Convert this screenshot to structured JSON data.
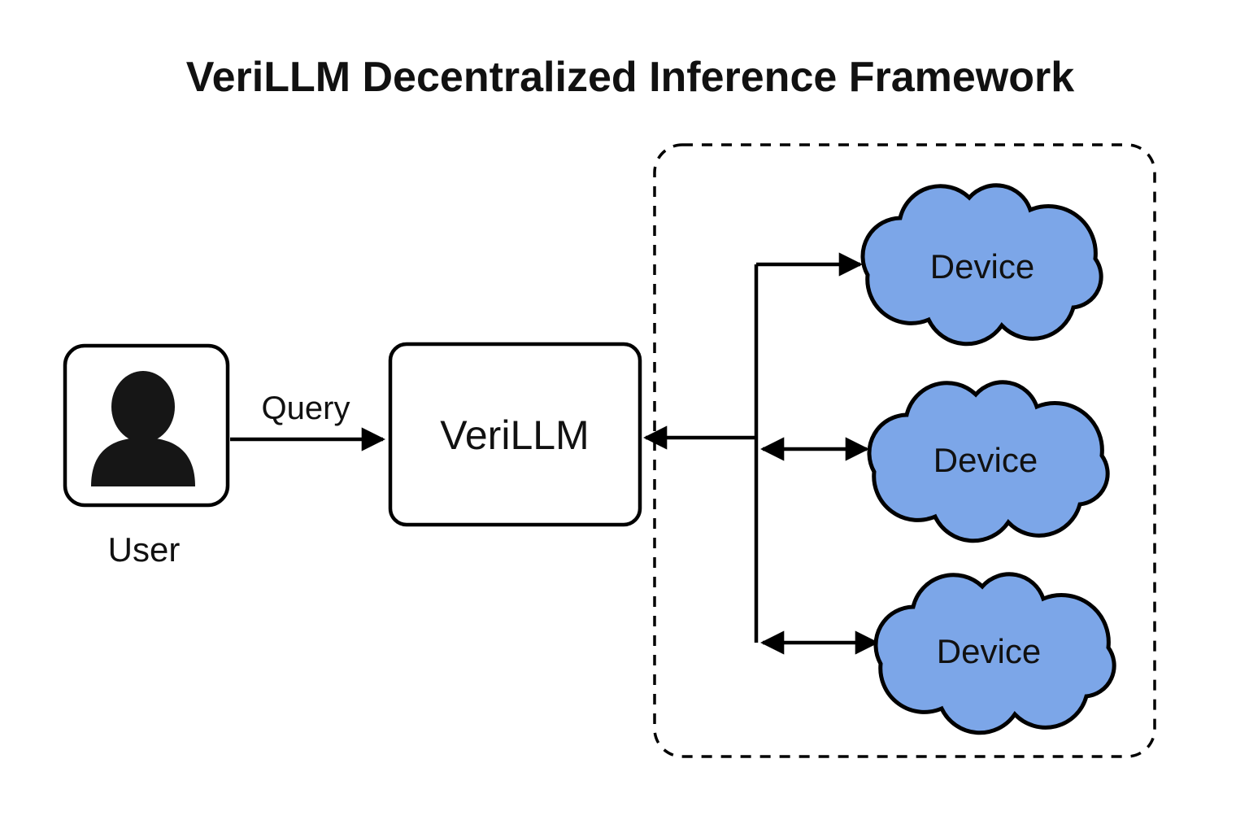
{
  "title": "VeriLLM Decentralized Inference Framework",
  "nodes": {
    "user": {
      "label": "User"
    },
    "verillm": {
      "label": "VeriLLM"
    },
    "devices": [
      {
        "label": "Device"
      },
      {
        "label": "Device"
      },
      {
        "label": "Device"
      }
    ]
  },
  "edges": {
    "query": {
      "label": "Query"
    }
  },
  "colors": {
    "cloud_fill": "#7CA6E8",
    "outline": "#000000",
    "background": "#ffffff"
  }
}
